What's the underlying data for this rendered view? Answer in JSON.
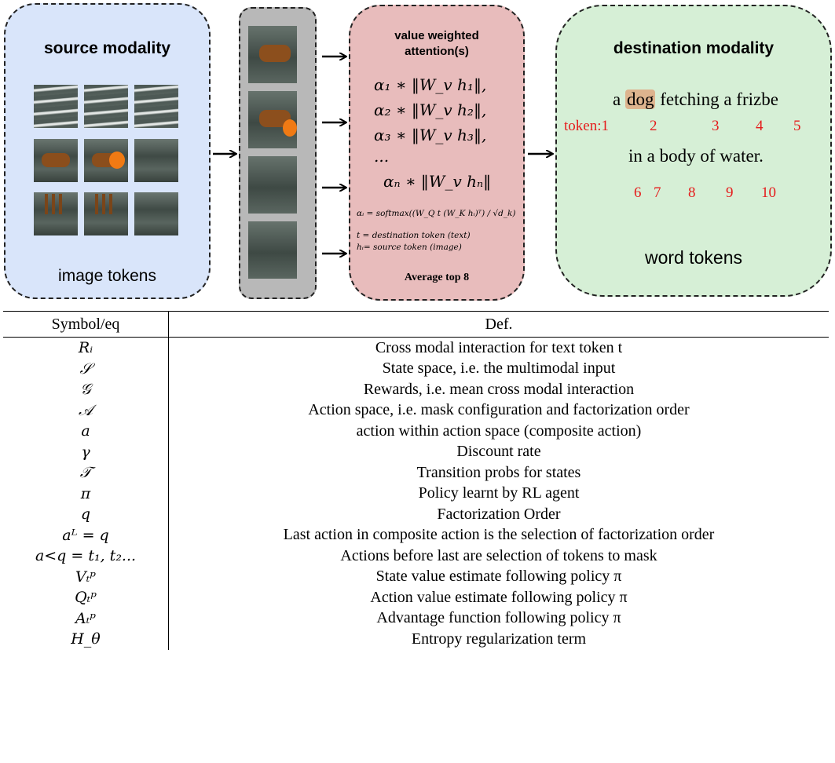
{
  "diagram": {
    "source": {
      "title": "source modality",
      "caption": "image tokens"
    },
    "attention": {
      "title_line1": "value weighted",
      "title_line2": "attention(s)",
      "lines": [
        "α₁ ∗ ‖W_v h₁‖,",
        "α₂ ∗ ‖W_v h₂‖,",
        "α₃ ∗ ‖W_v h₃‖,",
        "...",
        "αₙ ∗ ‖W_v hₙ‖"
      ],
      "formula": "αᵢ = softmax((W_Q t (W_K hᵢ)ᵀ) / √d_k)",
      "note_t": "t = destination token (text)",
      "note_h": "hᵢ= source token (image)",
      "footer": "Average top 8"
    },
    "destination": {
      "title": "destination modality",
      "sentence_prefix": "a",
      "highlighted_word": "dog",
      "sentence_rest": "fetching a frizbe",
      "sentence_line2": "in a body of water.",
      "token_label": "token:1",
      "token_numbers_line1": [
        "2",
        "3",
        "4",
        "5"
      ],
      "token_numbers_line2": [
        "6",
        "7",
        "8",
        "9",
        "10"
      ],
      "caption": "word tokens"
    },
    "colors": {
      "source_bg": "#d9e5fa",
      "strip_bg": "#b8b8b8",
      "attention_bg": "#e8bcbc",
      "destination_bg": "#d6efd6",
      "highlight": "#ddb48e",
      "token_number": "#e51c1c"
    }
  },
  "table": {
    "headers": [
      "Symbol/eq",
      "Def."
    ],
    "rows": [
      {
        "symbol": "Rᵢ",
        "def": "Cross modal interaction for text token t"
      },
      {
        "symbol": "𝒮",
        "def": "State space, i.e. the multimodal input"
      },
      {
        "symbol": "𝒢",
        "def": "Rewards, i.e. mean cross modal interaction"
      },
      {
        "symbol": "𝒜",
        "def": "Action space, i.e. mask configuration and factorization order"
      },
      {
        "symbol": "a",
        "def": "action within action space (composite action)"
      },
      {
        "symbol": "γ",
        "def": "Discount rate"
      },
      {
        "symbol": "𝒯",
        "def": "Transition probs for states"
      },
      {
        "symbol": "π",
        "def": "Policy learnt by RL agent"
      },
      {
        "symbol": "q",
        "def": "Factorization Order"
      },
      {
        "symbol": "aᴸ = q",
        "def": "Last action in composite action is the selection of factorization order"
      },
      {
        "symbol": "a<q = t₁, t₂...",
        "def": "Actions before last are selection of tokens to mask"
      },
      {
        "symbol": "Vₜᵖ",
        "def": "State value estimate following policy π"
      },
      {
        "symbol": "Qₜᵖ",
        "def": "Action value estimate following policy π"
      },
      {
        "symbol": "Aₜᵖ",
        "def": "Advantage function following policy π"
      },
      {
        "symbol": "H_θ",
        "def": "Entropy regularization term"
      }
    ]
  }
}
